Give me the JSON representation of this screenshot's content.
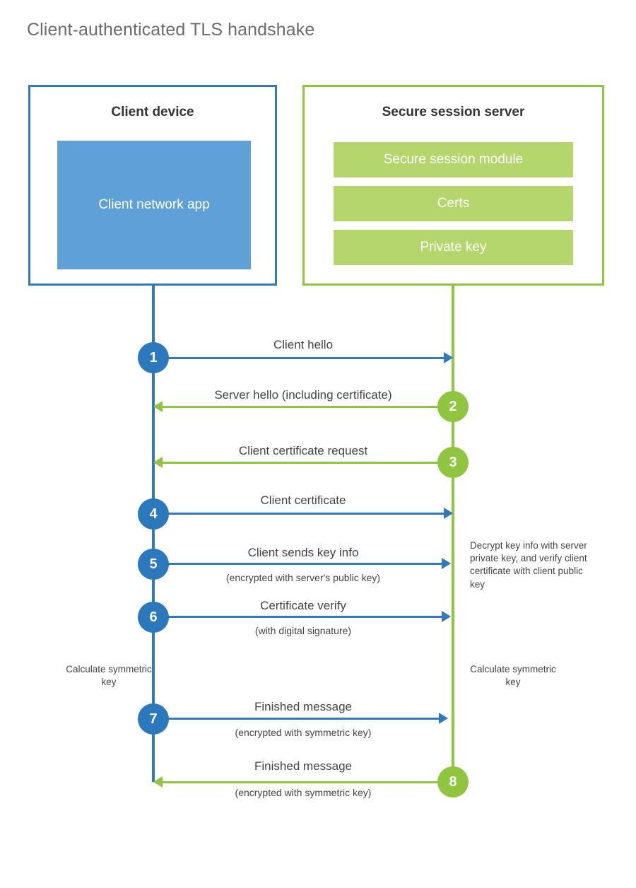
{
  "title": "Client-authenticated TLS handshake",
  "colors": {
    "blue_border": "#3279bc",
    "blue_fill": "#60a0d8",
    "blue_circle": "#2b79bc",
    "green_border": "#8fc53f",
    "green_fill": "#b5d66c",
    "green_circle": "#8fc53f",
    "title_text": "#6b6b6b"
  },
  "actors": {
    "client": {
      "title": "Client device",
      "app_label": "Client network app"
    },
    "server": {
      "title": "Secure session server",
      "modules": [
        "Secure session module",
        "Certs",
        "Private key"
      ]
    }
  },
  "steps": [
    {
      "number": "1",
      "label": "Client hello",
      "sublabel": "",
      "direction": "client-to-server",
      "color": "blue"
    },
    {
      "number": "2",
      "label": "Server hello (including certificate)",
      "sublabel": "",
      "direction": "server-to-client",
      "color": "green"
    },
    {
      "number": "3",
      "label": "Client certificate request",
      "sublabel": "",
      "direction": "server-to-client",
      "color": "green"
    },
    {
      "number": "4",
      "label": "Client certificate",
      "sublabel": "",
      "direction": "client-to-server",
      "color": "blue"
    },
    {
      "number": "5",
      "label": "Client sends key info",
      "sublabel": "(encrypted with server's public key)",
      "direction": "client-to-server",
      "color": "blue"
    },
    {
      "number": "6",
      "label": "Certificate verify",
      "sublabel": "(with digital signature)",
      "direction": "client-to-server",
      "color": "blue"
    },
    {
      "number": "7",
      "label": "Finished message",
      "sublabel": "(encrypted with symmetric key)",
      "direction": "client-to-server",
      "color": "blue"
    },
    {
      "number": "8",
      "label": "Finished message",
      "sublabel": "(encrypted with symmetric key)",
      "direction": "server-to-client",
      "color": "green"
    }
  ],
  "notes": {
    "server_decrypt": "Decrypt key info with server private key, and verify client certificate with client public key",
    "client_calculate": "Calculate symmetric key",
    "server_calculate": "Calculate symmetric key"
  }
}
